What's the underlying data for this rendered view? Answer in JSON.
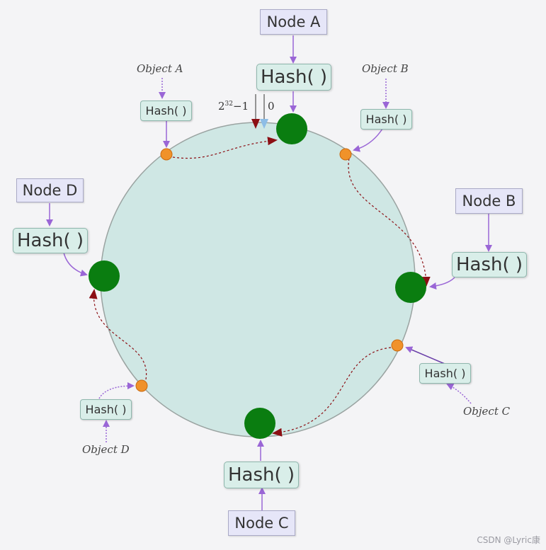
{
  "nodes": {
    "a": {
      "label": "Node A",
      "hash": "Hash( )"
    },
    "b": {
      "label": "Node B",
      "hash": "Hash( )"
    },
    "c": {
      "label": "Node C",
      "hash": "Hash( )"
    },
    "d": {
      "label": "Node D",
      "hash": "Hash( )"
    }
  },
  "objects": {
    "a": {
      "label": "Object A",
      "hash": "Hash( )"
    },
    "b": {
      "label": "Object B",
      "hash": "Hash( )"
    },
    "c": {
      "label": "Object C",
      "hash": "Hash( )"
    },
    "d": {
      "label": "Object D",
      "hash": "Hash( )"
    }
  },
  "ring": {
    "max_label_base": "2",
    "max_label_exp": "32",
    "max_label_suffix": "−1",
    "zero_label": "0"
  },
  "watermark": "CSDN @Lyric康",
  "colors": {
    "ring_fill": "#cfe7e4",
    "ring_stroke": "#9aa3a1",
    "node_dot": "#0a7d10",
    "object_dot": "#f0922a",
    "arrow_purple": "#9a66d6",
    "path_red": "#8c0f14",
    "hash_box": "#d9eee9",
    "node_box": "#e6e6f8"
  }
}
